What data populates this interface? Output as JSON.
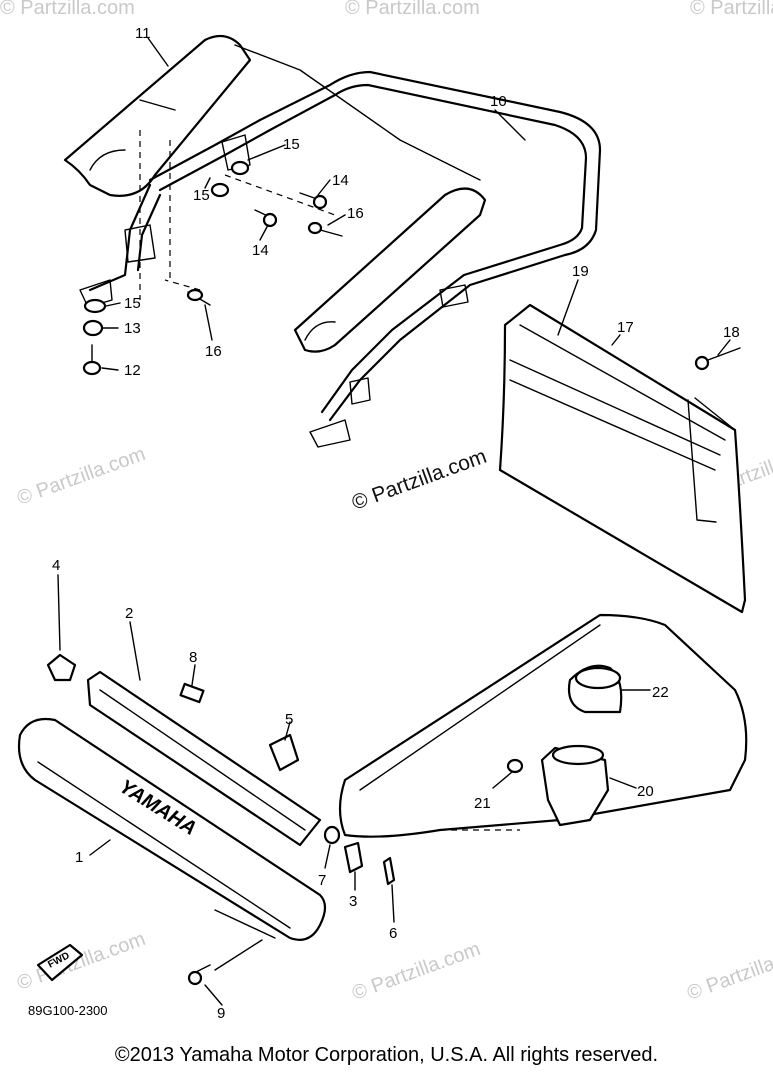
{
  "watermark": {
    "text": "© Partzilla.com",
    "main_text": "© Partzilla.com"
  },
  "callouts": {
    "c1": "1",
    "c2": "2",
    "c3": "3",
    "c4": "4",
    "c5": "5",
    "c6": "6",
    "c7": "7",
    "c8": "8",
    "c9": "9",
    "c10": "10",
    "c11": "11",
    "c12": "12",
    "c13": "13",
    "c14a": "14",
    "c14b": "14",
    "c15a": "15",
    "c15b": "15",
    "c15c": "15",
    "c16a": "16",
    "c16b": "16",
    "c17": "17",
    "c18": "18",
    "c19": "19",
    "c20": "20",
    "c21": "21",
    "c22": "22"
  },
  "labels": {
    "brand_on_part": "YAMAHA",
    "fwd_arrow": "FWD",
    "drawing_code": "89G100-2300"
  },
  "footer": {
    "copyright": "©2013  Yamaha Motor Corporation, U.S.A. All rights reserved."
  }
}
